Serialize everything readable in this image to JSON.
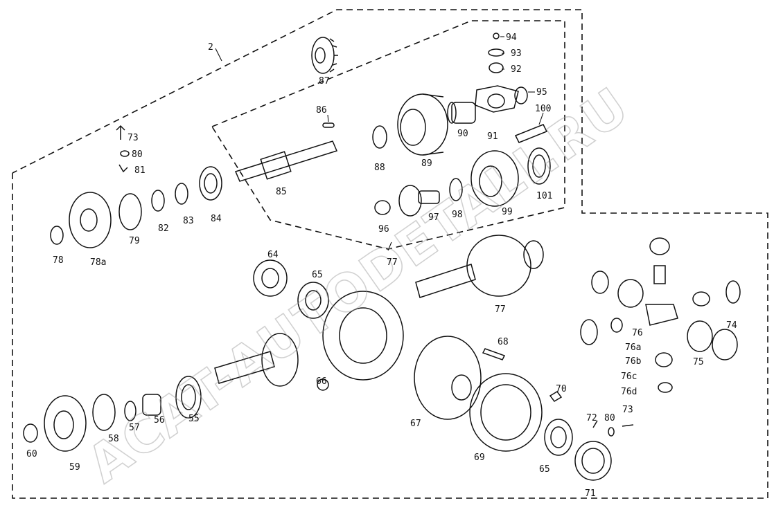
{
  "watermark": "ACAT-AUTODETALI.RU",
  "labels": {
    "l2": "2",
    "l87": "87",
    "l94": "94",
    "l93": "93",
    "l92": "92",
    "l95": "95",
    "l100": "100",
    "l86": "86",
    "l90": "90",
    "l91": "91",
    "l73a": "73",
    "l80a": "80",
    "l81": "81",
    "l88": "88",
    "l89": "89",
    "l85": "85",
    "l101": "101",
    "l84": "84",
    "l83": "83",
    "l82": "82",
    "l79": "79",
    "l78": "78",
    "l78a": "78a",
    "l96": "96",
    "l97": "97",
    "l98": "98",
    "l99": "99",
    "l77a": "77",
    "l64": "64",
    "l65a": "65",
    "l77b": "77",
    "l74": "74",
    "l76": "76",
    "l76a": "76a",
    "l76b": "76b",
    "l76c": "76c",
    "l76d": "76d",
    "l75": "75",
    "l68": "68",
    "l66": "66",
    "l70": "70",
    "l72": "72",
    "l80b": "80",
    "l73b": "73",
    "l67": "67",
    "l69": "69",
    "l65b": "65",
    "l71": "71",
    "l55": "55",
    "l56": "56",
    "l57": "57",
    "l58": "58",
    "l59": "59",
    "l60": "60"
  }
}
